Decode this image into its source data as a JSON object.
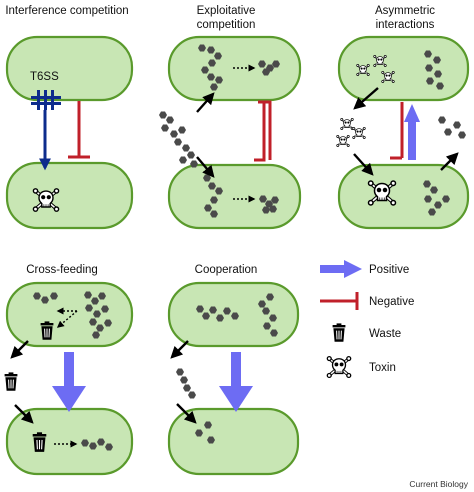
{
  "panels": {
    "interference": {
      "title": "Interference competition",
      "label": "T6SS"
    },
    "exploitative": {
      "title_line1": "Exploitative",
      "title_line2": "competition"
    },
    "asymmetric": {
      "title_line1": "Asymmetric",
      "title_line2": "interactions"
    },
    "cross_feeding": {
      "title": "Cross-feeding"
    },
    "cooperation": {
      "title": "Cooperation"
    }
  },
  "legend": {
    "positive": "Positive",
    "negative": "Negative",
    "waste": "Waste",
    "toxin": "Toxin"
  },
  "colors": {
    "cell_fill": "#c8e6b4",
    "cell_stroke": "#5a9a2c",
    "positive": "#6d6cf3",
    "negative": "#c0202a",
    "t6ss": "#0d2c8c",
    "hexagon": "#4a4a4a"
  },
  "credit": "Current Biology"
}
